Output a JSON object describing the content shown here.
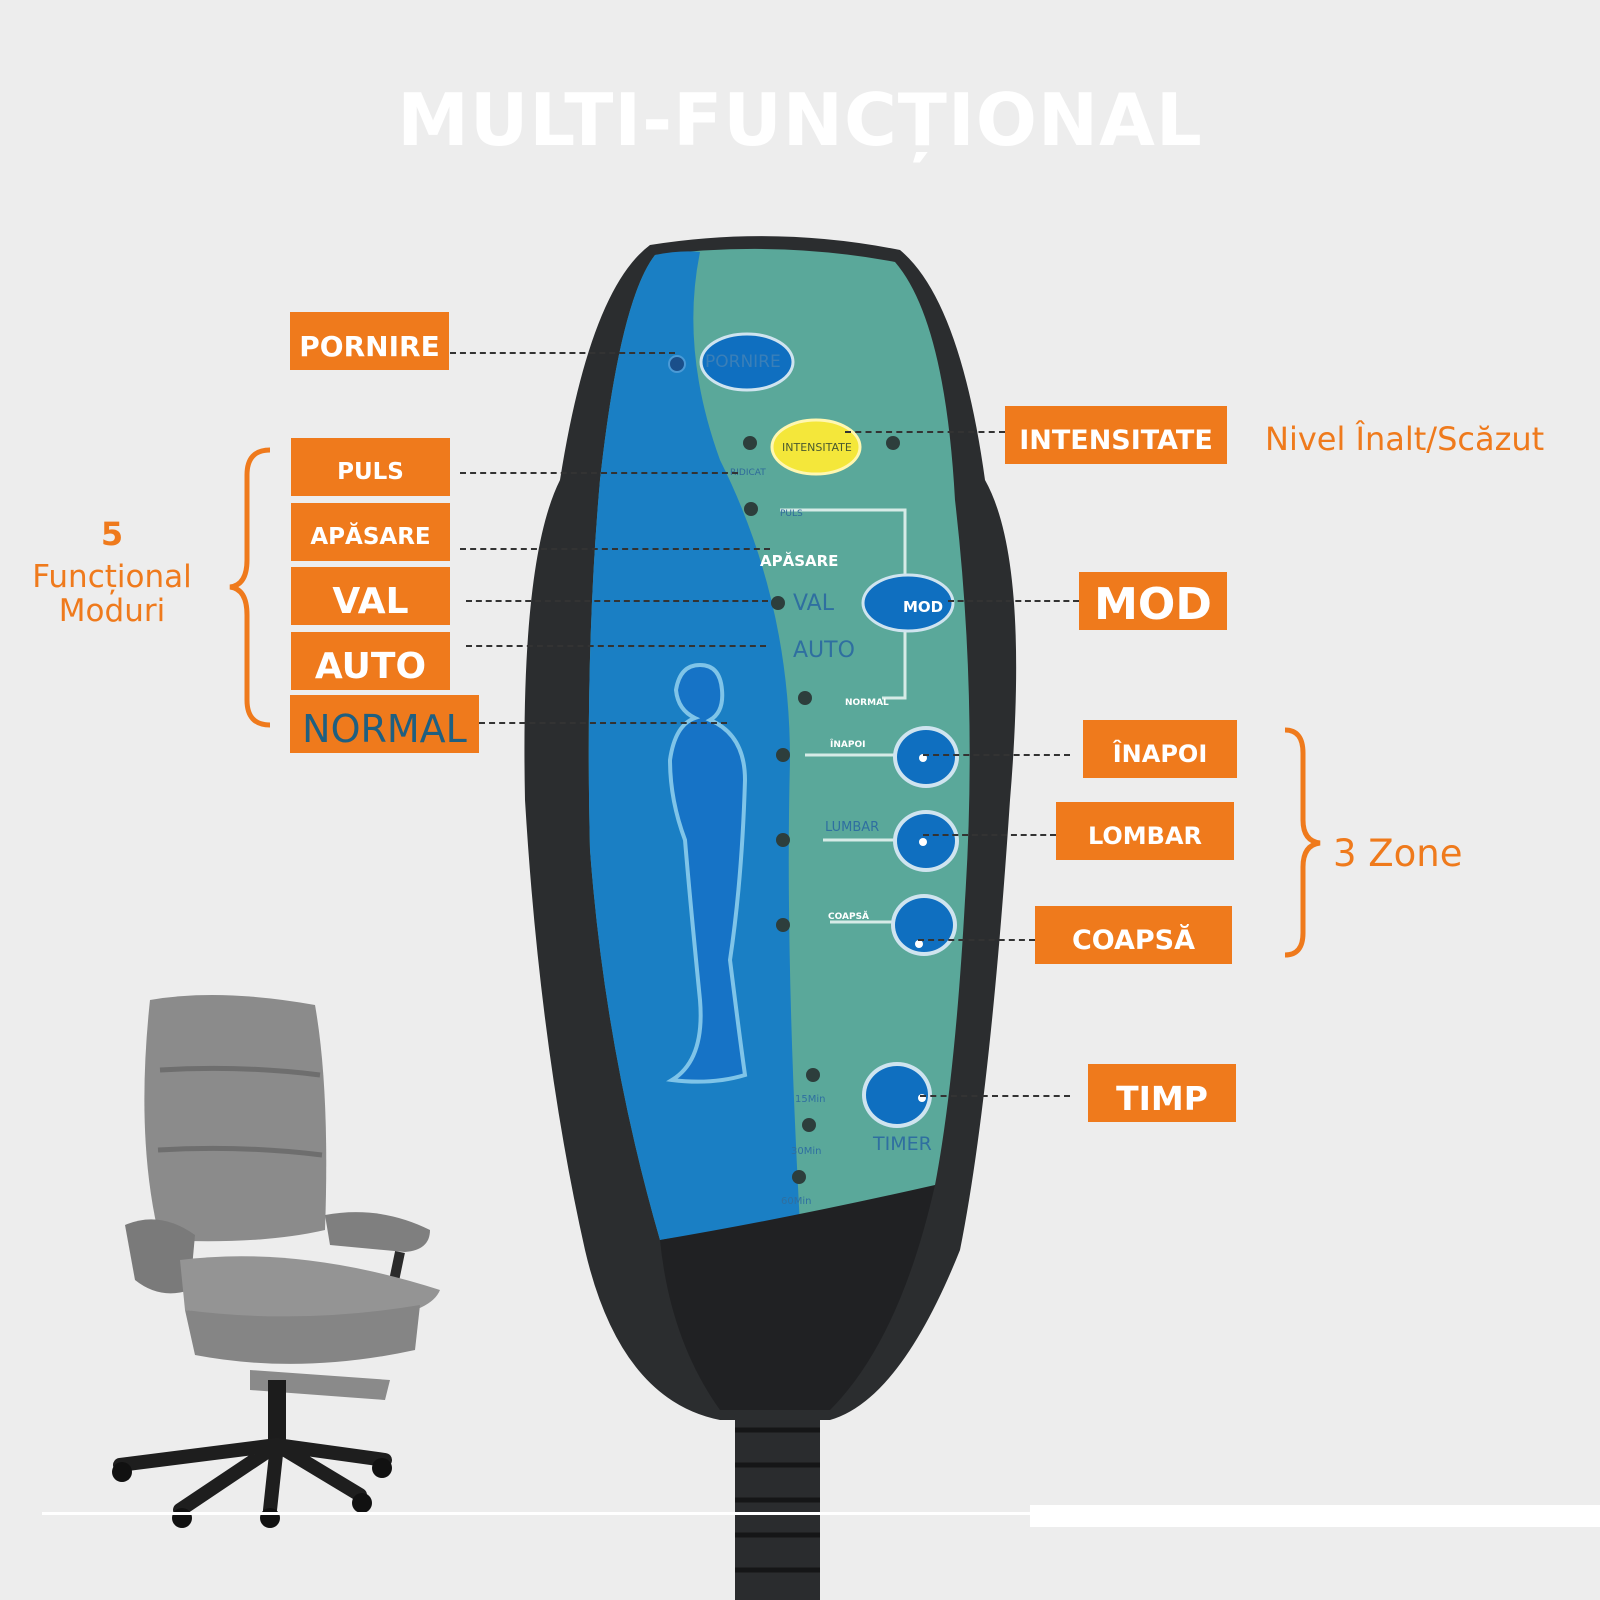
{
  "title": "MULTI-FUNCȚIONAL",
  "left_group": {
    "count": "5",
    "line1": "Funcțional",
    "line2": "Moduri"
  },
  "tags": {
    "pornire": "PORNIRE",
    "puls": "PULS",
    "apasare": "APĂSARE",
    "val": "VAL",
    "auto": "AUTO",
    "normal": "NORMAL",
    "intensitate": "INTENSITATE",
    "mod": "MOD",
    "inapoi": "ÎNAPOI",
    "lombar": "LOMBAR",
    "coapsa": "COAPSĂ",
    "timp": "TIMP"
  },
  "side_notes": {
    "level": "Nivel Înalt/Scăzut",
    "zones": "3 Zone"
  },
  "remote": {
    "power": "PORNIRE",
    "intensity": "INTENSITATE",
    "raised": "RIDICAT",
    "puls": "PULS",
    "apasare": "APĂSARE",
    "val": "VAL",
    "mod": "MOD",
    "auto": "AUTO",
    "normal": "NORMAL",
    "inapoi": "ÎNAPOI",
    "lumbar": "LUMBAR",
    "coapsa": "COAPSĂ",
    "timer": "TIMER",
    "t15": "15Min",
    "t30": "30Min",
    "t60": "60Min"
  },
  "colors": {
    "accent": "#ef7a1c",
    "background": "#ededed",
    "remote_teal": "#5aa89a",
    "remote_blue": "#1a7fc4",
    "remote_body": "#2b2d2f"
  }
}
